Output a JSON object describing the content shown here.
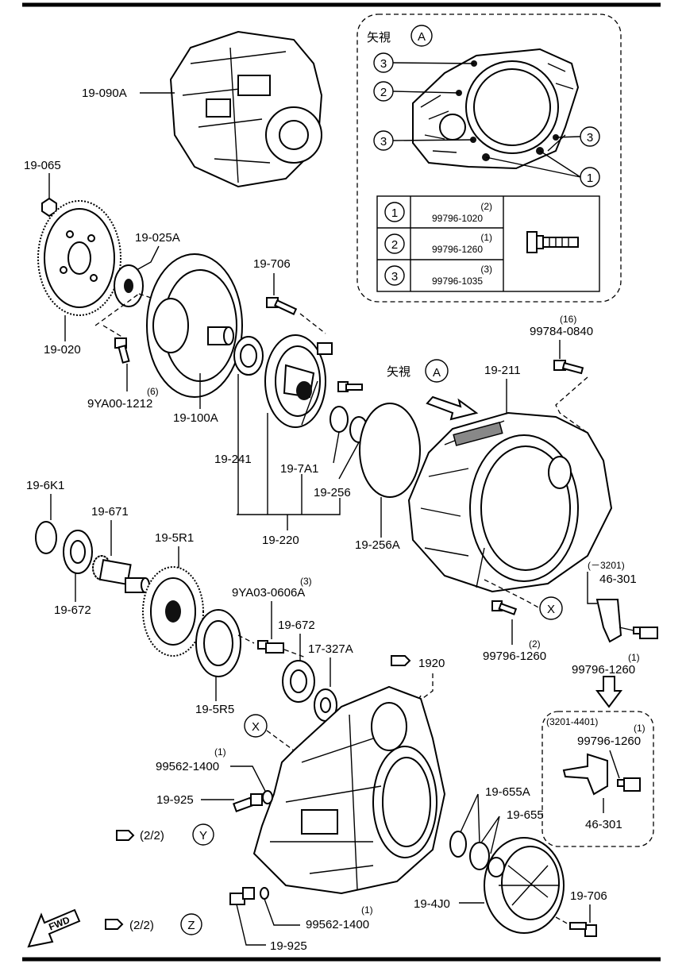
{
  "diagram": {
    "view_a": {
      "title": "矢視",
      "marker": "A",
      "callouts": {
        "c1": "1",
        "c2": "2",
        "c3": "3"
      },
      "table": [
        {
          "marker": "1",
          "qty": "(2)",
          "part": "99796-1020"
        },
        {
          "marker": "2",
          "qty": "(1)",
          "part": "99796-1260"
        },
        {
          "marker": "3",
          "qty": "(3)",
          "part": "99796-1035"
        }
      ]
    },
    "labels": {
      "p19_090A": "19-090A",
      "p19_065": "19-065",
      "p19_025A": "19-025A",
      "p19_020": "19-020",
      "p19_706_top": "19-706",
      "p9YA00_qty": "(6)",
      "p9YA00": "9YA00-1212",
      "p19_100A": "19-100A",
      "p19_241": "19-241",
      "p19_7A1": "19-7A1",
      "p19_256": "19-256",
      "p19_220": "19-220",
      "p19_256A": "19-256A",
      "view_a_main": "矢視",
      "view_a_main_marker": "A",
      "p19_211": "19-211",
      "p99784_qty": "(16)",
      "p99784": "99784-0840",
      "p19_6K1": "19-6K1",
      "p19_671": "19-671",
      "p19_5R1": "19-5R1",
      "p19_672_left": "19-672",
      "p9YA03_qty": "(3)",
      "p9YA03": "9YA03-0606A",
      "p19_672_mid": "19-672",
      "p17_327A": "17-327A",
      "p19_5R5": "19-5R5",
      "marker_x": "X",
      "p99796_1260_qty": "(2)",
      "p99796_1260": "99796-1260",
      "range_3201": "(－3201)",
      "p46_301_top": "46-301",
      "p99796_1260b_qty": "(1)",
      "p99796_1260b": "99796-1260",
      "ref_1920": "1920",
      "range_3201_4401": "(3201-4401)",
      "p99796_1260c_qty": "(1)",
      "p99796_1260c": "99796-1260",
      "p46_301_bot": "46-301",
      "p99562_top_qty": "(1)",
      "p99562_top": "99562-1400",
      "p19_925_top": "19-925",
      "ref_y": "(2/2)",
      "ref_y_marker": "Y",
      "p19_655A": "19-655A",
      "p19_655": "19-655",
      "p19_4J0": "19-4J0",
      "p19_706_bot": "19-706",
      "ref_z": "(2/2)",
      "ref_z_marker": "Z",
      "p99562_bot_qty": "(1)",
      "p99562_bot": "99562-1400",
      "p19_925_bot": "19-925",
      "fwd": "FWD"
    }
  }
}
